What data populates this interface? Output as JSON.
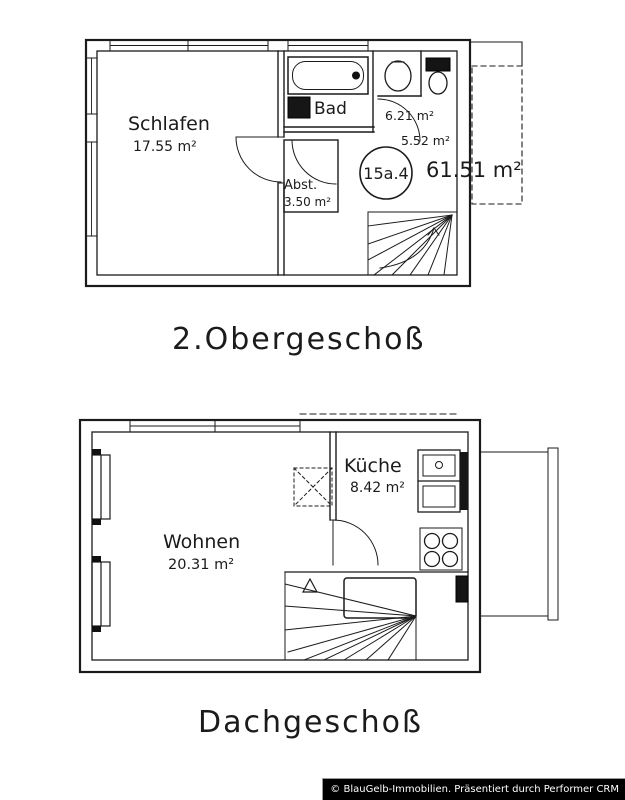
{
  "upper_floor": {
    "caption": "2.Obergeschoß",
    "unit_label": "15a.4",
    "total_area": "61.51 m²",
    "hall_area": "5.52 m²",
    "rooms": {
      "schlafen": {
        "name": "Schlafen",
        "area": "17.55 m²"
      },
      "bad": {
        "name": "Bad",
        "area": "6.21 m²"
      },
      "abstellraum": {
        "name": "Abst.",
        "area": "3.50 m²"
      }
    }
  },
  "attic_floor": {
    "caption": "Dachgeschoß",
    "rooms": {
      "wohnen": {
        "name": "Wohnen",
        "area": "20.31 m²"
      },
      "kueche": {
        "name": "Küche",
        "area": "8.42 m²"
      }
    }
  },
  "footer": {
    "credit": "© BlauGelb-Immobilien. Präsentiert durch Performer CRM"
  },
  "colors": {
    "ink": "#1b1b1b",
    "paper": "#ffffff",
    "footer_bg": "#000000"
  }
}
